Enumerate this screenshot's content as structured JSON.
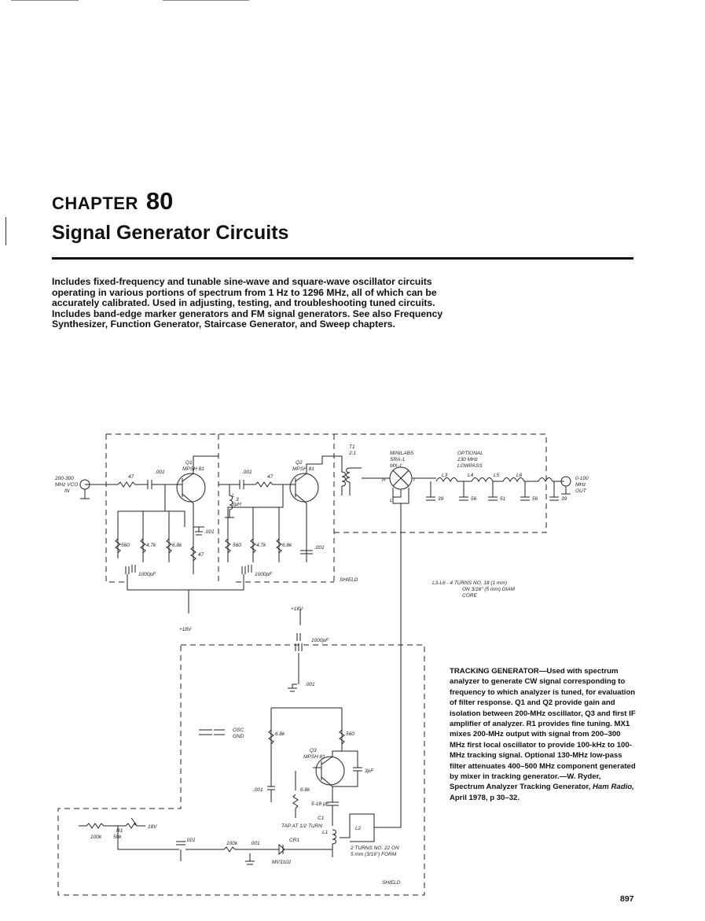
{
  "chapter": {
    "word": "CHAPTER",
    "number": "80",
    "title": "Signal Generator Circuits"
  },
  "intro": "Includes fixed-frequency and tunable sine-wave and square-wave oscillator circuits operating in various portions of spectrum from 1 Hz to 1296 MHz, all of which can be accurately calibrated. Used in adjusting, testing, and troubleshooting tuned circuits. Includes band-edge marker generators and FM signal generators. See also Frequency Synthesizer, Function Generator, Staircase Generator, and Sweep chapters.",
  "schematic": {
    "input_line1": "200-300",
    "input_line2": "MHz VCO",
    "input_line3": "IN",
    "q1": "Q1",
    "q1_type": "MPSH 81",
    "q2": "Q2",
    "q2_type": "MPSH 81",
    "q3": "Q3",
    "q3_type": "MPSH 81",
    "t1": "T1",
    "t1_ratio": "2:1",
    "mixer_brand": "MINILABS",
    "mixer_part": "SRA-1",
    "mixer_name": "MX-1",
    "mixer_r": "R",
    "mixer_i": "I",
    "mixer_l": "L",
    "filter_line1": "OPTIONAL",
    "filter_line2": "130 MHz",
    "filter_line3": "LOWPASS",
    "l3": "L3",
    "l4": "L4",
    "l5": "L5",
    "l6": "L6",
    "c39a": "39",
    "c56a": "56",
    "c51": "51",
    "c56b": "56",
    "c39b": "39",
    "output_line1": "0-100",
    "output_line2": "MHz",
    "output_line3": "OUT",
    "c001_a": ".001",
    "r47_a": "47",
    "c001_b": ".001",
    "r47_b": "47",
    "l_coil": "L",
    "l_coil_num": "3",
    "l_coil_val": "5μH",
    "r560_a": "560",
    "r47k_a": "4.7k",
    "r68k_a": "6.8k",
    "c001_c": ".001",
    "r47_c": "47",
    "r560_b": "560",
    "r47k_b": "4.7k",
    "r68k_b": "6.8k",
    "c001_d": ".001",
    "c1000_a": "1000pF",
    "c1000_b": "1000pF",
    "shield_a": "SHIELD",
    "supply_a": "+18V",
    "supply_b": "+18V",
    "c1000_c": "1000pF",
    "c001_e": ".001",
    "osc_gnd1": "OSC",
    "osc_gnd2": "GND",
    "r68k_c": "6.8k",
    "r560_c": "560",
    "c3pf": "3pF",
    "c001_f": ".001",
    "r68k_d": "6.8k",
    "c1_val": "5-18 pF",
    "c1": "C1",
    "tap": "TAP AT 1/2 TURN",
    "l1": "L1",
    "l2": "L2",
    "coil_note1": "2 TURNS NO. 22 ON",
    "coil_note2": "5 mm (3/16\") FORM",
    "r100k_a": "100k",
    "r1": "R1",
    "r1_val": "50k",
    "v18": "18V",
    "c001_g": ".001",
    "r100k_b": "100k",
    "c001_h": ".001",
    "cr1": "CR1",
    "cr1_part": "MV3102",
    "shield_b": "SHIELD",
    "lnote1": "L3-L6 - 4 TURNS NO. 18 (1 mm)",
    "lnote2": "ON 3/16\" (5 mm) DIAM",
    "lnote3": "CORE"
  },
  "caption": {
    "head": "TRACKING GENERATOR—",
    "body": "Used with spectrum analyzer to generate CW signal corresponding to frequency to which analyzer is tuned, for evaluation of filter response. Q1 and Q2 provide gain and isolation between 200-MHz oscillator, Q3 and first IF amplifier of analyzer. R1 provides fine tuning. MX1 mixes 200-MHz output with signal from 200–300 MHz first local oscillator to provide 100-kHz to 100-MHz tracking signal. Optional 130-MHz low-pass filter attenuates 400–500 MHz component generated by mixer in tracking generator.—W. Ryder, Spectrum Analyzer Tracking Generator, ",
    "journal": "Ham Radio,",
    "tail": " April 1978, p 30–32."
  },
  "page_number": "897"
}
